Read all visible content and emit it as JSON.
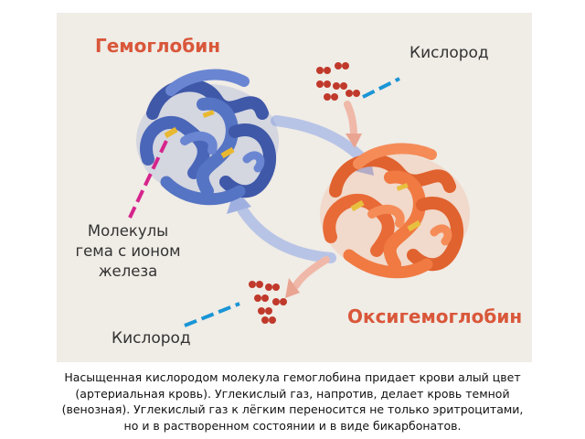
{
  "diagram": {
    "title_hemoglobin": "Гемоглобин",
    "title_oxyhemoglobin": "Оксигемоглобин",
    "label_oxygen_top": "Кислород",
    "label_oxygen_bottom": "Кислород",
    "label_heme": [
      "Молекулы",
      "гема с ионом",
      "железа"
    ],
    "colors": {
      "background": "#f0ece6",
      "hemoglobin": "#4a66b8",
      "oxyhemoglobin": "#e86a36",
      "oxygen": "#c0392b",
      "cycle_arrow": "#b8c4e6",
      "oxygen_arrow": "#f0b8a8",
      "pointer_blue": "#1a95d6",
      "pointer_magenta": "#d6248c",
      "title": "#d9573a"
    }
  },
  "caption": [
    "Насыщенная кислородом молекула гемоглобина придает крови алый цвет",
    "(артериальная кровь). Углекислый газ, напротив, делает кровь темной",
    "(венозная). Углекислый газ к лёгким переносится не только эритроцитами,",
    "но и в растворенном состоянии и в виде бикарбонатов."
  ]
}
